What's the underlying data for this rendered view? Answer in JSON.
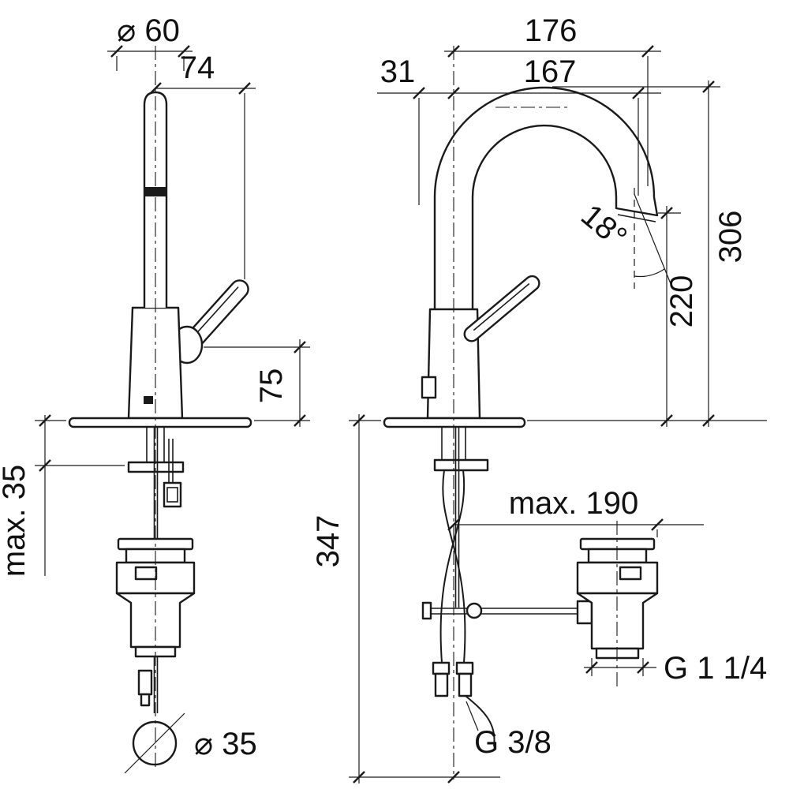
{
  "colors": {
    "line": "#1a1a1a",
    "background": "#ffffff"
  },
  "left_view": {
    "spout_diameter": "⌀ 60",
    "handle_reach": "74",
    "handle_height": "75",
    "deck_max_thickness": "max. 35",
    "drain_hole_diameter": "⌀ 35"
  },
  "right_view": {
    "overall_projection": "176",
    "rear_offset": "31",
    "spout_projection": "167",
    "spray_angle": "18°",
    "overall_height": "306",
    "outlet_height": "220",
    "under_deck_length": "347",
    "rod_max_length": "max. 190",
    "drain_thread": "G 1 1/4",
    "supply_thread": "G 3/8"
  }
}
